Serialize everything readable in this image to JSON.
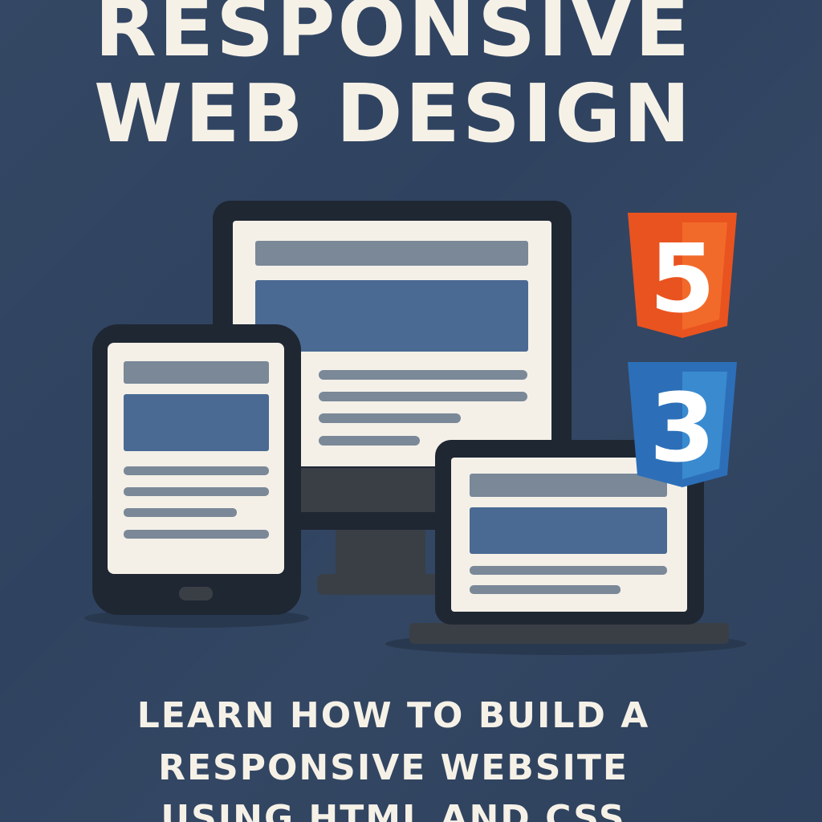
{
  "title": {
    "line1": "RESPONSIVE",
    "line2": "WEB DESIGN"
  },
  "subtitle": {
    "line1": "LEARN HOW TO BUILD A",
    "line2": "RESPONSIVE WEBSITE",
    "line3": "USING HTML AND CSS"
  },
  "badges": {
    "html_glyph": "5",
    "css_glyph": "3"
  },
  "colors": {
    "background": "#2f4360",
    "text": "#f6f1e7",
    "device_frame": "#1f2733",
    "screen": "#f4f0e8",
    "placeholder_gray": "#7a8898",
    "placeholder_blue": "#4a6a93",
    "html5_orange": "#e9531f",
    "css3_blue": "#2c6fb8"
  }
}
